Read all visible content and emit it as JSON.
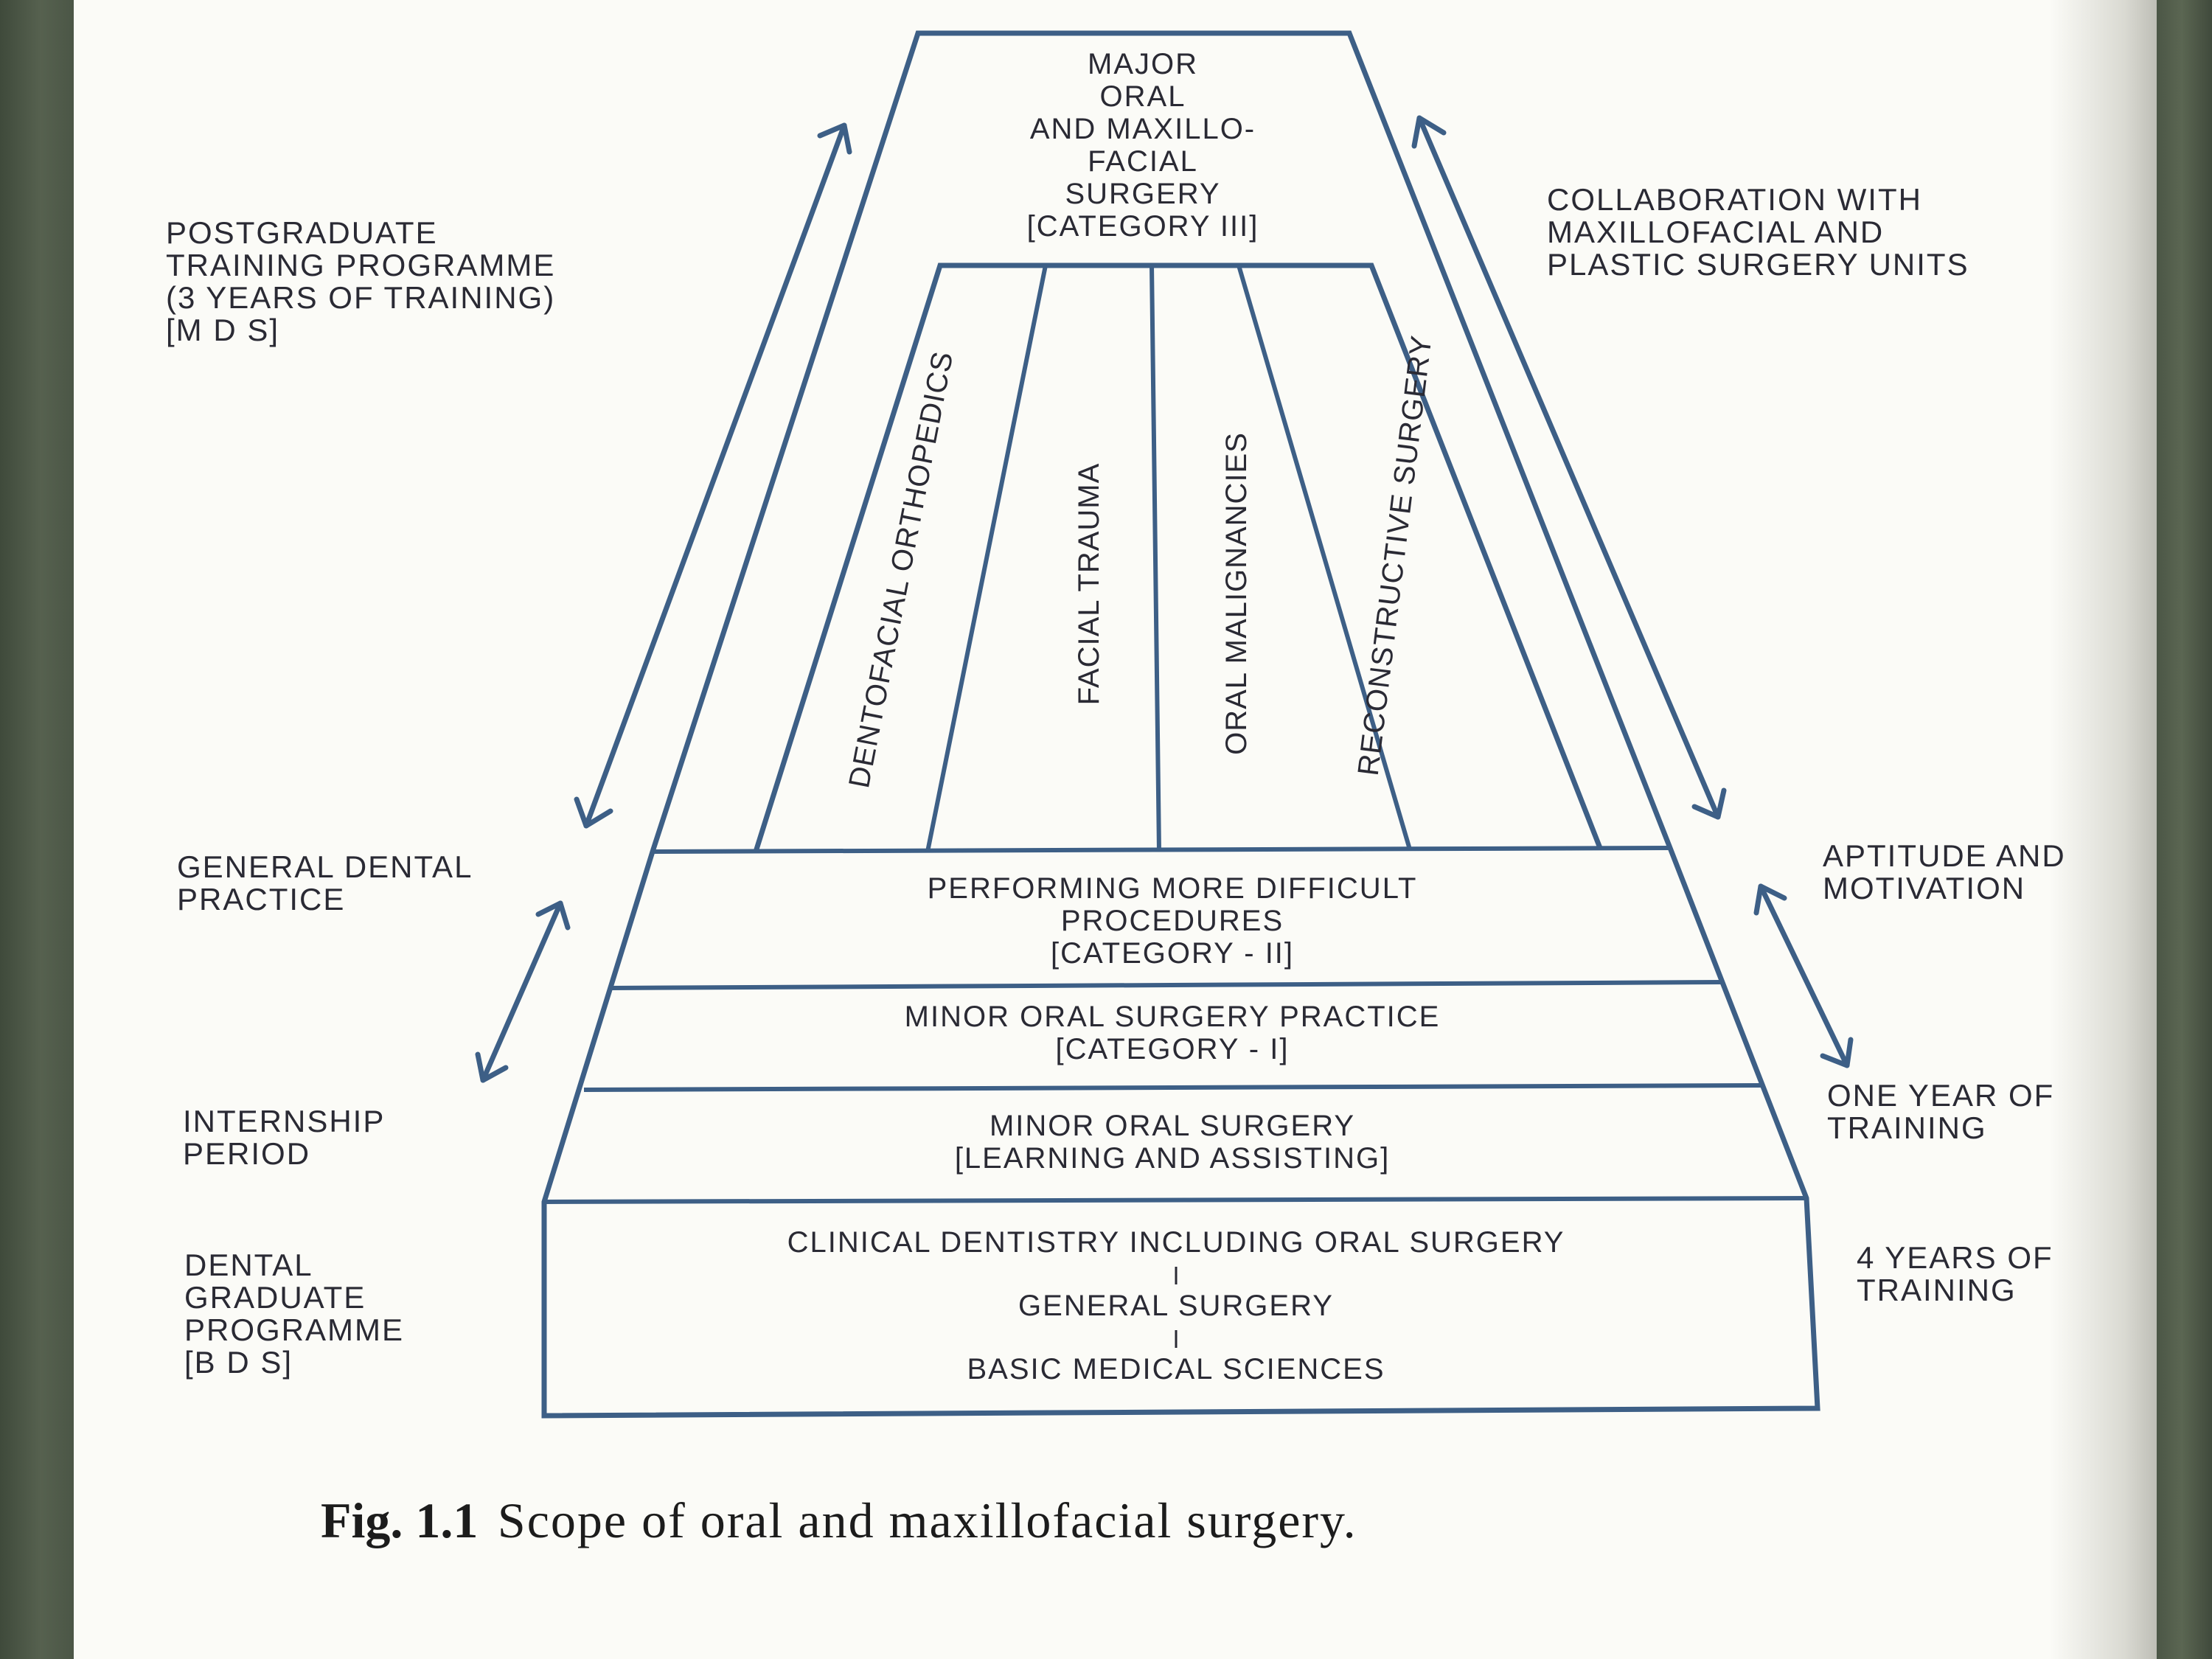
{
  "diagram": {
    "top": {
      "lines": [
        "MAJOR",
        "ORAL",
        "AND MAXILLO-",
        "FACIAL",
        "SURGERY",
        "[CATEGORY III]"
      ]
    },
    "columns": [
      "DENTOFACIAL ORTHOPEDICS",
      "FACIAL TRAUMA",
      "ORAL MALIGNANCIES",
      "RECONSTRUCTIVE SURGERY"
    ],
    "tiers": {
      "category2": [
        "PERFORMING MORE DIFFICULT",
        "PROCEDURES",
        "[CATEGORY - II]"
      ],
      "category1": [
        "MINOR ORAL SURGERY PRACTICE",
        "[CATEGORY - I]"
      ],
      "learning": [
        "MINOR ORAL SURGERY",
        "[LEARNING AND ASSISTING]"
      ],
      "base": [
        "CLINICAL DENTISTRY INCLUDING ORAL SURGERY",
        "GENERAL SURGERY",
        "BASIC MEDICAL SCIENCES"
      ]
    },
    "left_labels": {
      "postgraduate": [
        "POSTGRADUATE",
        "TRAINING PROGRAMME",
        "(3 YEARS OF TRAINING)",
        "[M D S]"
      ],
      "general_practice": [
        "GENERAL DENTAL",
        "PRACTICE"
      ],
      "internship": [
        "INTERNSHIP",
        "PERIOD"
      ],
      "graduate": [
        "DENTAL",
        "GRADUATE",
        "PROGRAMME",
        "[B D S]"
      ]
    },
    "right_labels": {
      "collaboration": [
        "COLLABORATION WITH",
        "MAXILLOFACIAL AND",
        "PLASTIC SURGERY UNITS"
      ],
      "aptitude": [
        "APTITUDE AND",
        "MOTIVATION"
      ],
      "one_year": [
        "ONE YEAR OF",
        "TRAINING"
      ],
      "four_years": [
        "4 YEARS OF",
        "TRAINING"
      ]
    }
  },
  "caption": {
    "label": "Fig. 1.1",
    "text": "Scope of oral and maxillofacial surgery."
  },
  "colors": {
    "outline": "#3d5f86",
    "text": "#2a2a34",
    "page": "#fbfbf7",
    "background": "#4a5345"
  }
}
